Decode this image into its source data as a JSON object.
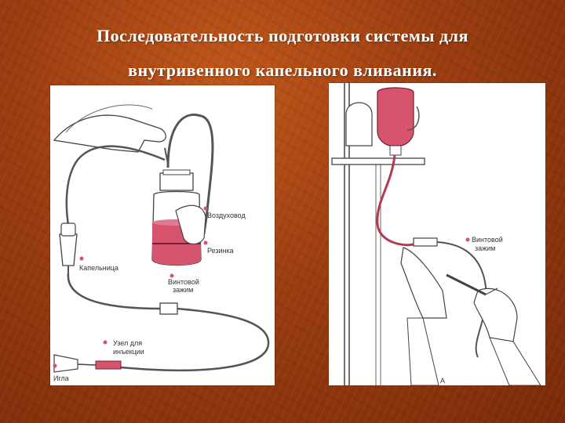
{
  "title": {
    "line1": "Последовательность подготовки системы для",
    "line2": "внутривенного капельного вливания."
  },
  "left_panel": {
    "labels": {
      "air_duct": "Воздуховод",
      "rubber": "Резинка",
      "drip_chamber": "Капельница",
      "screw_clamp": "Винтовой зажим",
      "screw_clamp_l1": "Винтовой",
      "screw_clamp_l2": "зажим",
      "injection_node_l1": "Узел для",
      "injection_node_l2": "инъекции",
      "needle": "Игла"
    }
  },
  "right_panel": {
    "labels": {
      "screw_clamp_l1": "Винтовой",
      "screw_clamp_l2": "зажим",
      "letter": "А"
    }
  },
  "colors": {
    "background": "#9a3c10",
    "liquid": "#d6546e",
    "line": "#444444",
    "marker": "#d6546e"
  }
}
